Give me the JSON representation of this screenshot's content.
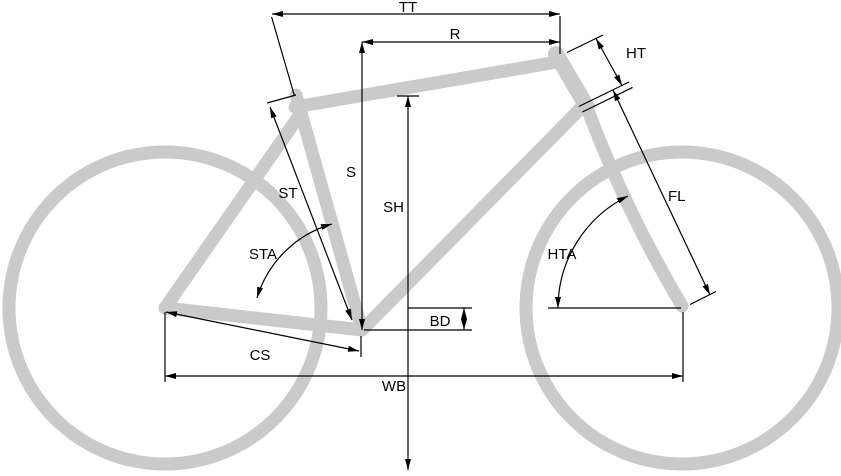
{
  "colors": {
    "background": "#ffffff",
    "frame": "#cacaca",
    "dimension": "#000000"
  },
  "labels": {
    "top_tube": "TT",
    "reach": "R",
    "head_tube": "HT",
    "seat_tube": "ST",
    "stack": "S",
    "standover_height": "SH",
    "seat_tube_angle": "STA",
    "head_tube_angle": "HTA",
    "fork_length": "FL",
    "bb_drop": "BD",
    "chainstay": "CS",
    "wheelbase": "WB"
  }
}
